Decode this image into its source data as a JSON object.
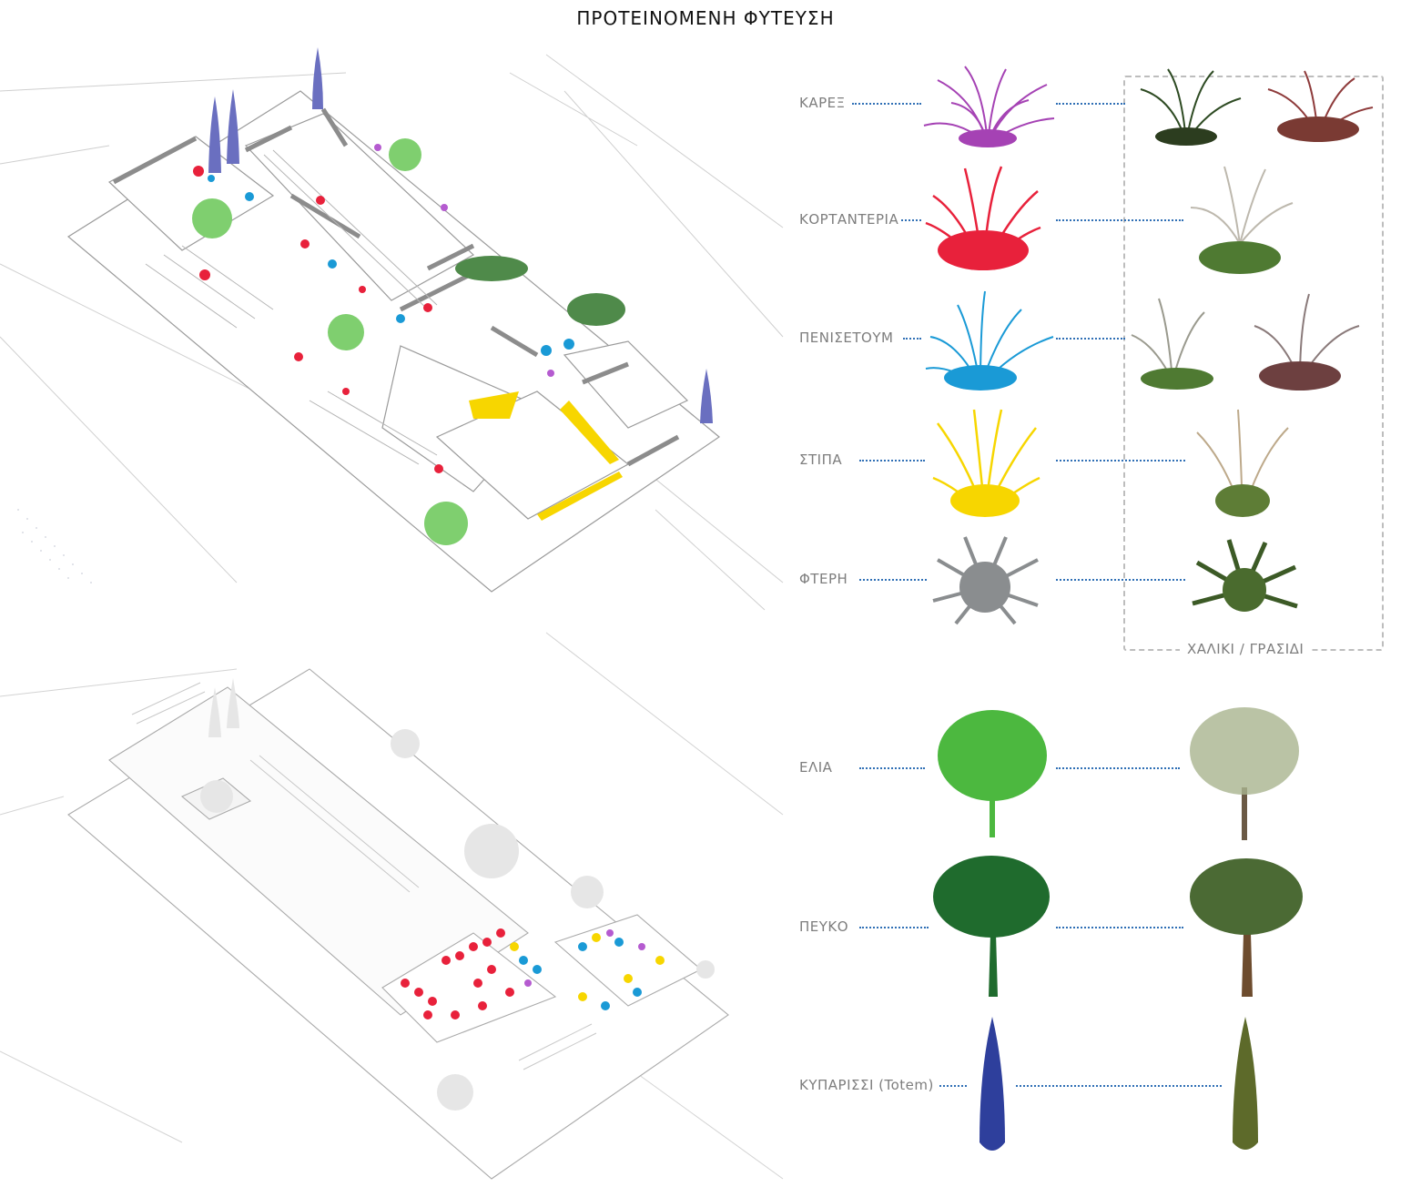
{
  "title": "ΠΡΟΤΕΙΝΟΜΕΝΗ ΦΥΤΕΥΣΗ",
  "legend": {
    "rows": [
      {
        "label": "ΚΑΡΕΞ",
        "symbol_color": "#a542b4",
        "photo": "carex-photo-pair"
      },
      {
        "label": "ΚΟΡΤΑΝΤΕΡΙΑ",
        "symbol_color": "#e8213b",
        "photo": "cortaderia-photo"
      },
      {
        "label": "ΠΕΝΙΣΕΤΟΥΜ",
        "symbol_color": "#1a9ad6",
        "photo": "pennisetum-photo-pair"
      },
      {
        "label": "ΣΤΙΠΑ",
        "symbol_color": "#f7d600",
        "photo": "stipa-photo"
      },
      {
        "label": "ΦΤΕΡΗ",
        "symbol_color": "#8a8d8f",
        "photo": "fern-photo"
      },
      {
        "label": "ΕΛΙΑ",
        "symbol_color": "#4cb83f",
        "photo": "olive-tree-photo"
      },
      {
        "label": "ΠΕΥΚΟ",
        "symbol_color": "#1f6b2d",
        "photo": "pine-tree-photo"
      },
      {
        "label": "ΚΥΠΑΡΙΣΣΙ (Totem)",
        "symbol_color": "#2e3f9c",
        "photo": "cypress-photo"
      }
    ],
    "group_caption": "ΧΑΛΙΚΙ / ΓΡΑΣΙΔΙ"
  },
  "colors": {
    "dotted_leader": "#2f6fb5",
    "frame_dash": "#bdbdbd",
    "drawing_lines": "#9a9a9a",
    "wall_fill": "#8c8c8c"
  }
}
